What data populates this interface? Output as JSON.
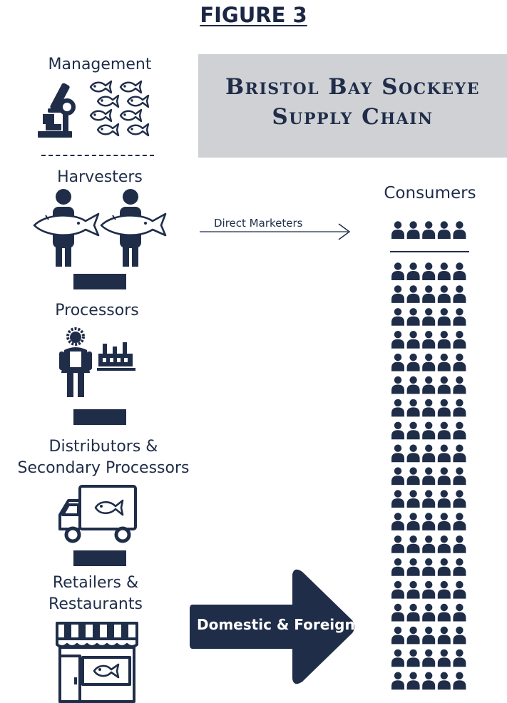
{
  "figure_label": "FIGURE 3",
  "title_lines": [
    "Bristol Bay Sockeye",
    "Supply Chain"
  ],
  "stages": {
    "management": "Management",
    "harvesters": "Harvesters",
    "processors": "Processors",
    "distributors": [
      "Distributors &",
      "Secondary Processors"
    ],
    "retailers": [
      "Retailers &",
      "Restaurants"
    ]
  },
  "consumers_label": "Consumers",
  "direct_marketers_label": "Direct Marketers",
  "main_flow_label": "Domestic & Foreign",
  "consumer_icons": {
    "direct_count": 5,
    "main_count": 95,
    "columns": 5
  },
  "colors": {
    "navy": "#1f2d49",
    "title_box": "#d0d1d5",
    "white": "#ffffff"
  },
  "icons": [
    "microscope-icon",
    "fish-icon",
    "fisherman-icon",
    "worker-icon",
    "factory-icon",
    "truck-icon",
    "storefront-icon",
    "person-icon"
  ]
}
